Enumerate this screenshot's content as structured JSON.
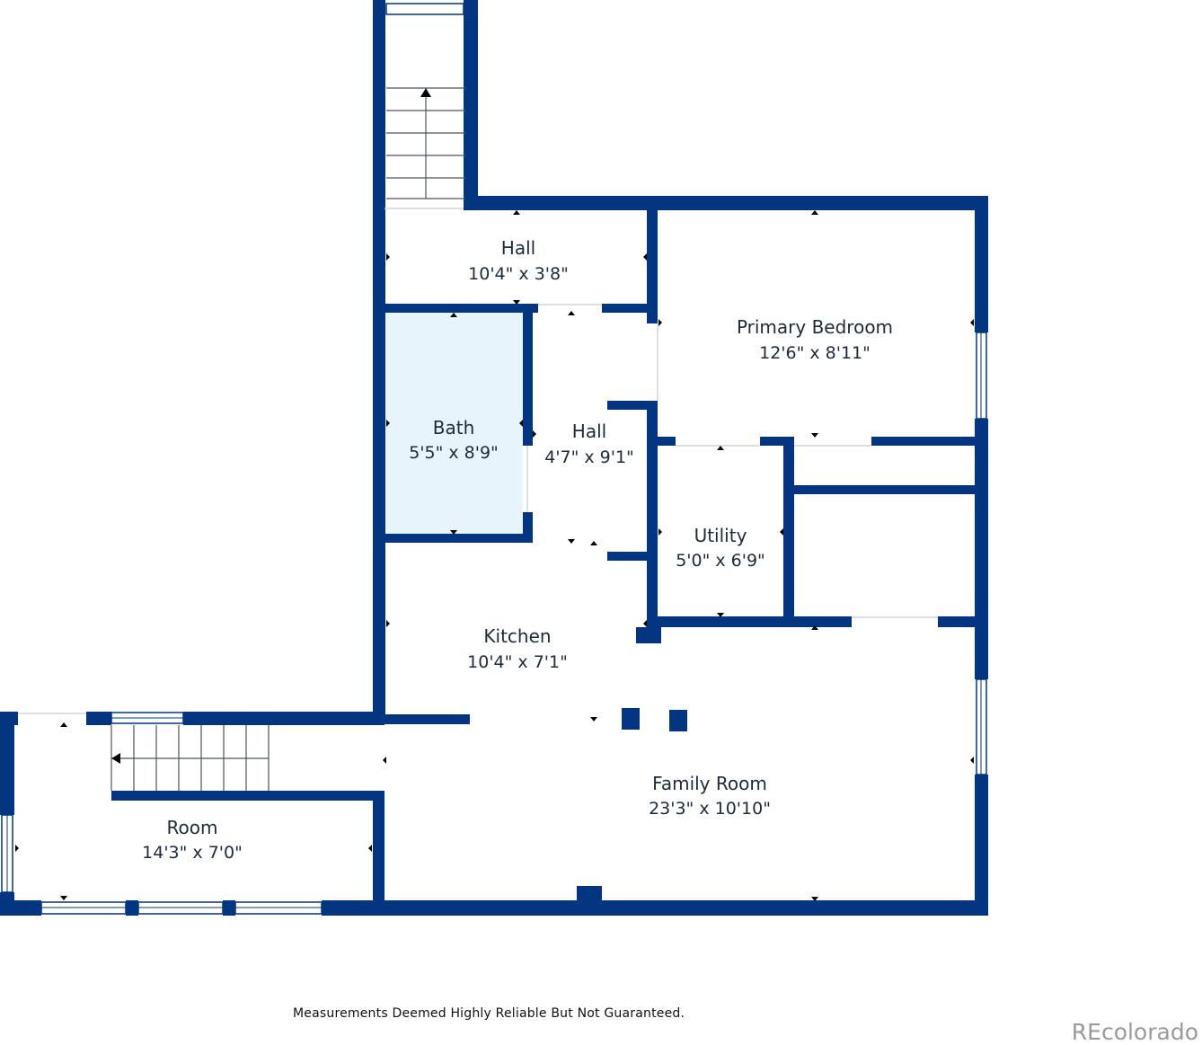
{
  "colors": {
    "wall": "#033580",
    "bath_fill": "#e7f4fc",
    "text": "#1d2b3a",
    "brand": "#9a9a9a"
  },
  "rooms": [
    {
      "name": "Hall",
      "dims": "10'4\" x 3'8\""
    },
    {
      "name": "Primary Bedroom",
      "dims": "12'6\" x 8'11\""
    },
    {
      "name": "Bath",
      "dims": "5'5\" x 8'9\""
    },
    {
      "name": "Hall",
      "dims": "4'7\" x 9'1\""
    },
    {
      "name": "Utility",
      "dims": "5'0\" x 6'9\""
    },
    {
      "name": "Kitchen",
      "dims": "10'4\" x 7'1\""
    },
    {
      "name": "Family Room",
      "dims": "23'3\" x 10'10\""
    },
    {
      "name": "Room",
      "dims": "14'3\" x 7'0\""
    }
  ],
  "disclaimer": "Measurements Deemed Highly Reliable But Not Guaranteed.",
  "brand": "REcolorado"
}
